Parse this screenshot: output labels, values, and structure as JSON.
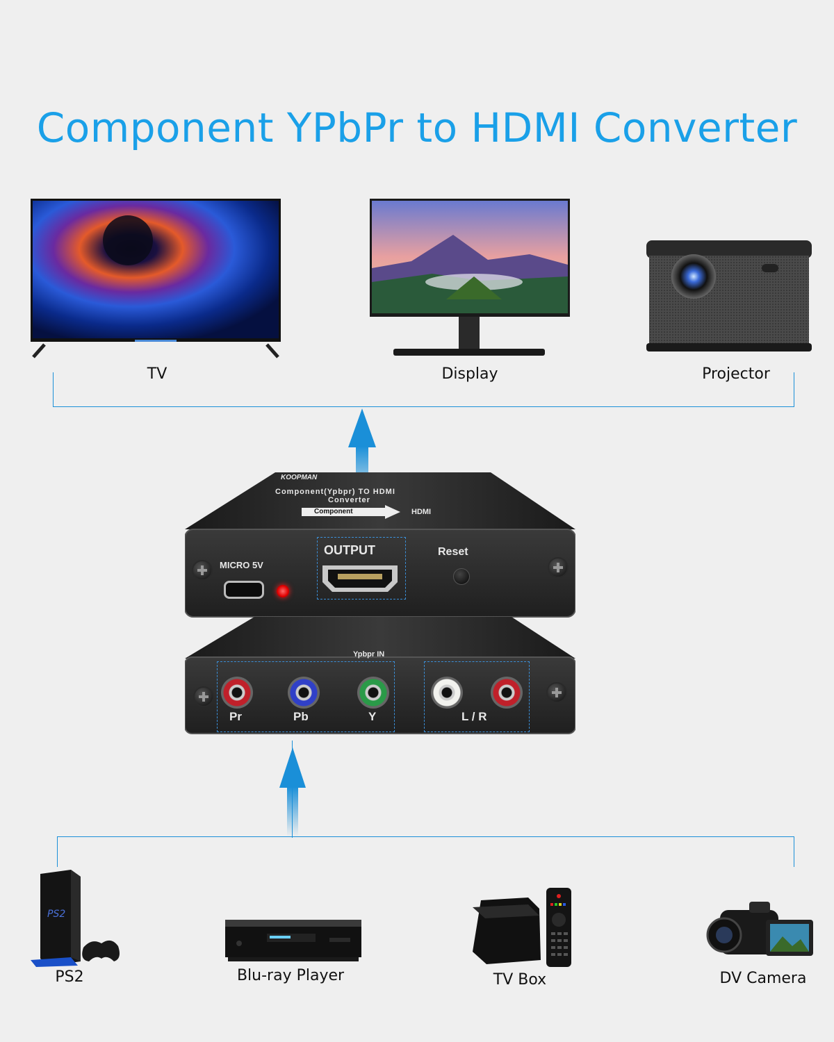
{
  "title": "Component YPbPr to HDMI Converter",
  "outputs": [
    {
      "label": "TV"
    },
    {
      "label": "Display"
    },
    {
      "label": "Projector"
    }
  ],
  "inputs": [
    {
      "label": "PS2"
    },
    {
      "label": "Blu-ray Player"
    },
    {
      "label": "TV Box"
    },
    {
      "label": "DV Camera"
    }
  ],
  "device": {
    "brand": "KOOPMAN",
    "top_text": "Component(Ypbpr) TO HDMI",
    "top_text2": "Converter",
    "arrow_from": "Component",
    "arrow_to": "HDMI",
    "micro_label": "MICRO 5V",
    "output_label": "OUTPUT",
    "reset_label": "Reset",
    "ypbpr_label": "Ypbpr IN",
    "port_pr": "Pr",
    "port_pb": "Pb",
    "port_y": "Y",
    "port_lr": "L / R"
  },
  "colors": {
    "title": "#1aa0e8",
    "connector": "#1a8fd8",
    "pr": "#c0202a",
    "pb": "#3040c8",
    "y": "#2a9a48",
    "l": "#f2f2ee",
    "r": "#c0202a"
  }
}
